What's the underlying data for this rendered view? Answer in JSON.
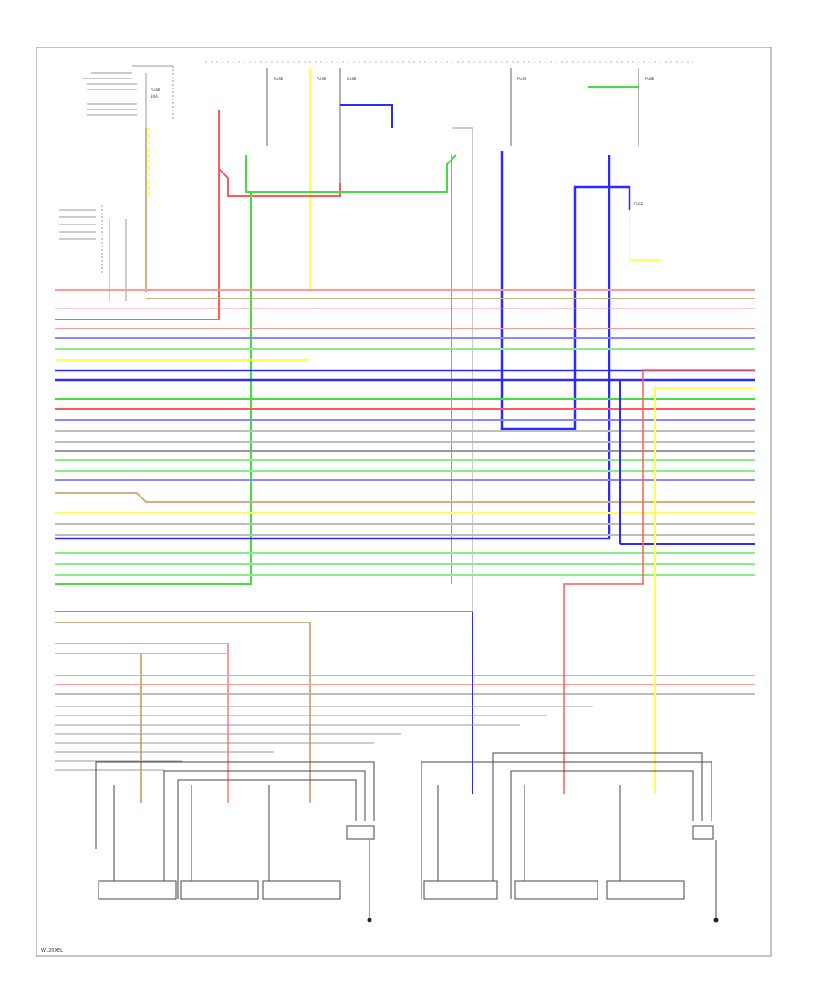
{
  "page_id": "W120XEL",
  "colors": {
    "red": "#ff5a5a",
    "pink": "#ff9a9a",
    "green": "#44dd44",
    "lightgreen": "#88ee88",
    "yellow": "#ffff55",
    "blue": "#2b2bff",
    "gray": "#bdbdbd",
    "darkgray": "#777777",
    "tan": "#d2b080",
    "frame": "#888888"
  },
  "grounds": [
    {
      "id": "ground-left",
      "icon": "ground-symbol"
    },
    {
      "id": "ground-right",
      "icon": "ground-symbol"
    }
  ],
  "modules": [
    {
      "id": "module-1",
      "icon": "ecu-box"
    },
    {
      "id": "module-2",
      "icon": "ecu-box"
    },
    {
      "id": "module-3",
      "icon": "ecu-box"
    },
    {
      "id": "module-4",
      "icon": "ecu-box"
    },
    {
      "id": "module-5",
      "icon": "ecu-box"
    },
    {
      "id": "module-6",
      "icon": "ecu-box"
    }
  ]
}
